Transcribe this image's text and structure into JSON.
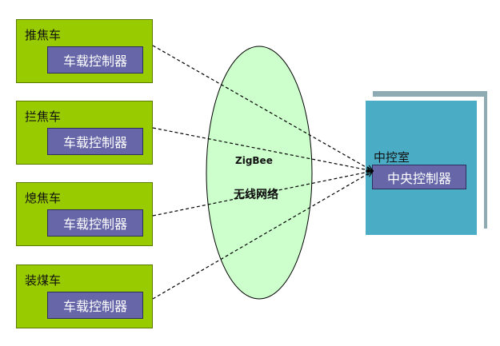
{
  "vehicles": [
    {
      "name": "推焦车",
      "controller": "车载控制器"
    },
    {
      "name": "拦焦车",
      "controller": "车载控制器"
    },
    {
      "name": "熄焦车",
      "controller": "车载控制器"
    },
    {
      "name": "装煤车",
      "controller": "车载控制器"
    }
  ],
  "network": {
    "protocol": "ZigBee",
    "label": "无线网络"
  },
  "control_room": {
    "name": "中控室",
    "controller": "中央控制器"
  },
  "colors": {
    "vehicle_fill": "#99cc00",
    "controller_fill": "#6666a8",
    "network_fill": "#ccffcc",
    "room_fill": "#4bacc6",
    "room_shadow": "#8eaab3"
  }
}
